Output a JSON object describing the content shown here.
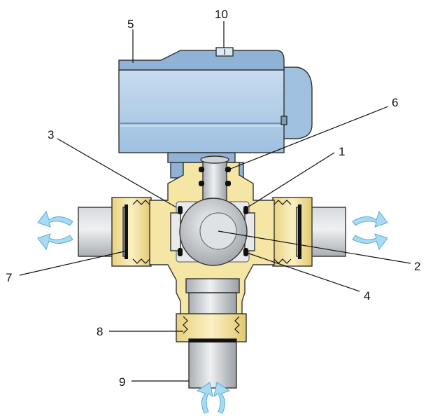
{
  "diagram": {
    "callouts": [
      {
        "id": "1",
        "label": "1"
      },
      {
        "id": "2",
        "label": "2"
      },
      {
        "id": "3",
        "label": "3"
      },
      {
        "id": "4",
        "label": "4"
      },
      {
        "id": "5",
        "label": "5"
      },
      {
        "id": "6",
        "label": "6"
      },
      {
        "id": "7",
        "label": "7"
      },
      {
        "id": "8",
        "label": "8"
      },
      {
        "id": "9",
        "label": "9"
      },
      {
        "id": "10",
        "label": "10"
      }
    ],
    "colors": {
      "actuator": "#aecbe6",
      "actuator_dark": "#8fb3d6",
      "brass": "#f5e6a6",
      "brass_dark": "#e6cf7a",
      "pipe": "#bfc3c7",
      "pipe_dark": "#9aa0a6",
      "ball": "#b9bcbf",
      "seal": "#111111",
      "flow_arrow": "#9fd6f2"
    },
    "icons": [
      "flow-arrow-icon",
      "seal-ring-icon",
      "spring-thread-icon"
    ]
  }
}
